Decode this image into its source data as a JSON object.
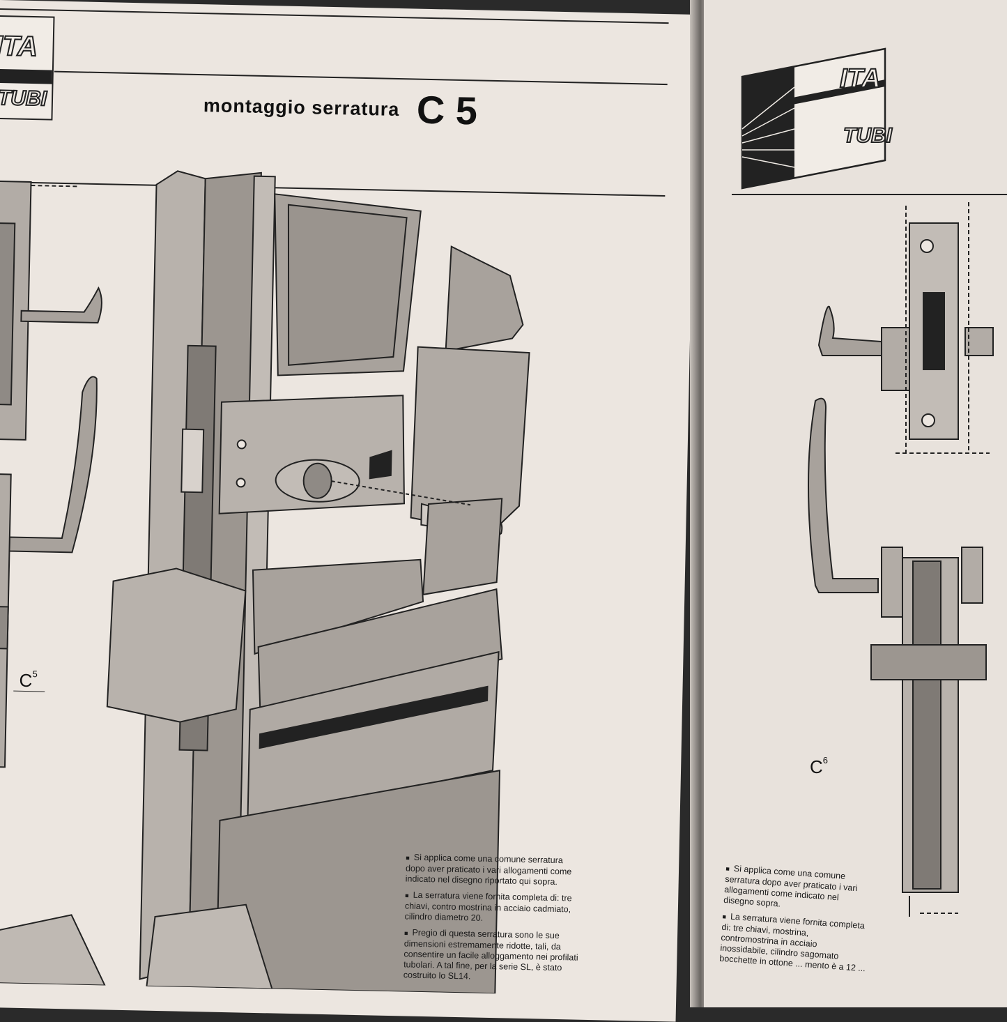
{
  "left_page": {
    "logo": {
      "top": "ITA",
      "bottom": "TUBI"
    },
    "title": {
      "text": "montaggio serratura",
      "code": "C 5"
    },
    "drawing_label": {
      "letter": "C",
      "number": "5"
    },
    "caption": [
      "Si applica come una comune serratura dopo aver praticato i vari allogamenti come indicato nel disegno riportato qui sopra.",
      "La serratura viene fornita completa di: tre chiavi, contro mostrina in acciaio cadmiato, cilindro diametro 20.",
      "Pregio di questa serratura sono le sue dimensioni estremamente ridotte, tali, da consentire un facile alloggamento nei profilati tubolari. A tal fine, per la serie SL, è stato costruito lo SL14."
    ]
  },
  "right_page": {
    "logo": {
      "top": "ITA",
      "bottom": "TUBI"
    },
    "drawing_label": {
      "letter": "C",
      "number": "6"
    },
    "caption": [
      "Si applica come una comune serratura dopo aver praticato i vari allogamenti come indicato nel disegno sopra.",
      "La serratura viene fornita completa di: tre chiavi, mostrina, contromostrina in acciaio inossidabile, cilindro sagomato bocchette in ottone ... mento è a 12 ..."
    ]
  },
  "colors": {
    "paper": "#ece6e0",
    "ink": "#222222",
    "drawing_fill": "#a8a29c"
  }
}
